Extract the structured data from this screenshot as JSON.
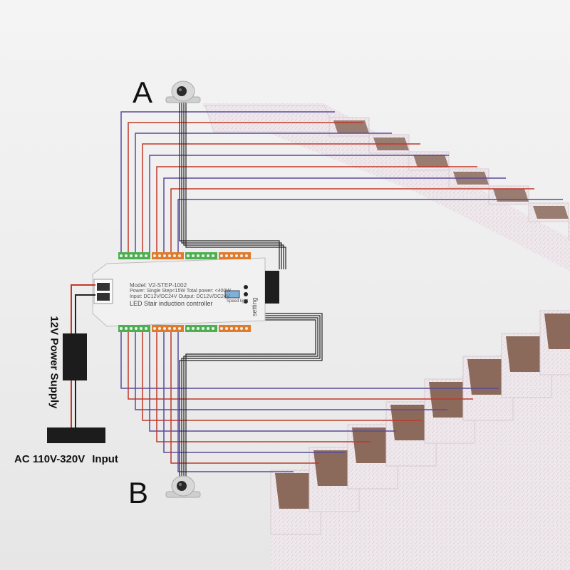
{
  "labels": {
    "sensor_a": "A",
    "sensor_b": "B",
    "power_supply": "12V Power Supply",
    "ac_input": "AC 110V-320V",
    "ac_input_suffix": "Input"
  },
  "controller": {
    "model": "Model: V2-STEP-1002",
    "power": "Power: Single Step<15W Total power: <400W",
    "input_output": "Input: DC12V/DC24V Output: DC12V/DC24V",
    "title": "LED Stair induction controller",
    "setting": "setting",
    "speed": "Speed light"
  },
  "colors": {
    "wire_red": "#c0392b",
    "wire_black": "#222222",
    "wire_purple": "#5b4b9a",
    "terminal_green": "#4caf50",
    "terminal_orange": "#e07b2a",
    "stair_face": "#ece7ea",
    "stair_tread": "#8b6a5c"
  }
}
